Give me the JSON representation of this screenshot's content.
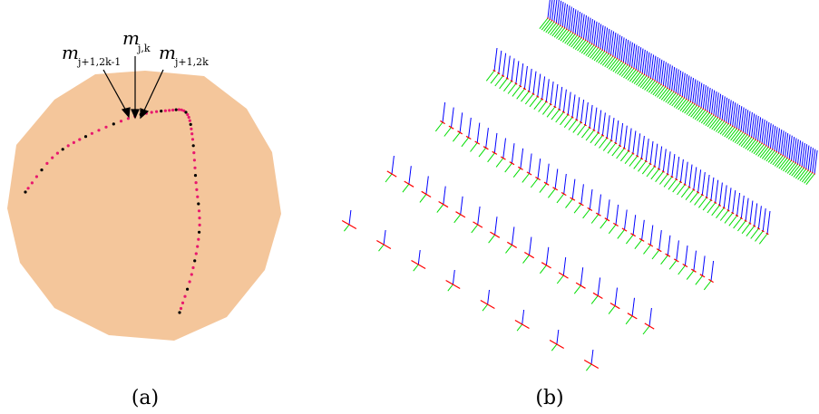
{
  "panel_a": {
    "caption": "(a)",
    "fill_color": "#f4c69b",
    "dot_colors": {
      "magenta": "#e8186e",
      "black": "#000000"
    },
    "labels": [
      {
        "main": "m",
        "sub": "j+1,2k-1"
      },
      {
        "main": "m",
        "sub": "j,k"
      },
      {
        "main": "m",
        "sub": "j+1,2k"
      }
    ]
  },
  "panel_b": {
    "caption": "(b)",
    "axis_colors": {
      "tangent": "#ff0000",
      "normal": "#0000ff",
      "binormal": "#00dd00"
    },
    "levels": [
      {
        "frames": 8
      },
      {
        "frames": 16
      },
      {
        "frames": 32
      },
      {
        "frames": 64
      },
      {
        "frames": 128
      }
    ]
  }
}
